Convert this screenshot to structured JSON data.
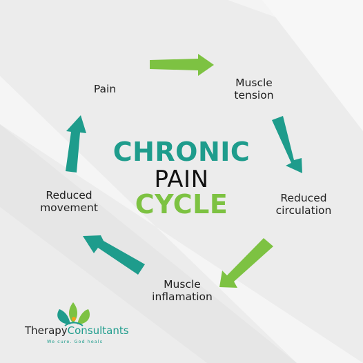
{
  "colors": {
    "teal": "#1e9c8c",
    "green": "#7dc242",
    "background": "#ececec",
    "text": "#1f1f1f"
  },
  "title": {
    "line1": "CHRONIC",
    "line2": "PAIN",
    "line3": "CYCLE"
  },
  "cycle": {
    "steps": [
      {
        "label_line1": "Pain",
        "label_line2": ""
      },
      {
        "label_line1": "Muscle",
        "label_line2": "tension"
      },
      {
        "label_line1": "Reduced",
        "label_line2": "circulation"
      },
      {
        "label_line1": "Muscle",
        "label_line2": "inflamation"
      },
      {
        "label_line1": "Reduced",
        "label_line2": "movement"
      }
    ],
    "arrow_colors": [
      "green",
      "teal",
      "green",
      "teal",
      "teal"
    ]
  },
  "brand": {
    "name_part1": "Therapy",
    "name_part2": "Consultants",
    "tagline": "We cure. God heals"
  }
}
